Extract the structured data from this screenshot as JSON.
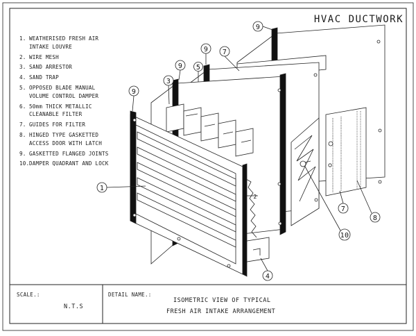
{
  "title": "HVAC DUCTWORK",
  "legend": [
    {
      "n": "1.",
      "text": "WEATHERISED FRESH AIR\nINTAKE LOUVRE"
    },
    {
      "n": "2.",
      "text": "WIRE MESH"
    },
    {
      "n": "3.",
      "text": "SAND ARRESTOR"
    },
    {
      "n": "4.",
      "text": "SAND TRAP"
    },
    {
      "n": "5.",
      "text": "OPPOSED BLADE MANUAL\nVOLUME CONTROL DAMPER"
    },
    {
      "n": "6.",
      "text": "50mm THICK METALLIC\nCLEANABLE FILTER"
    },
    {
      "n": "7.",
      "text": "GUIDES FOR FILTER"
    },
    {
      "n": "8.",
      "text": "HINGED TYPE GASKETTED\nACCESS DOOR WITH LATCH"
    },
    {
      "n": "9.",
      "text": "GASKETTED FLANGED JOINTS"
    },
    {
      "n": "10.",
      "text": "DAMPER QUADRANT AND LOCK"
    }
  ],
  "callouts": {
    "c1": "1",
    "c2": "2",
    "c3": "3",
    "c4": "4",
    "c5": "5",
    "c7a": "7",
    "c7b": "7",
    "c8": "8",
    "c9a": "9",
    "c9b": "9",
    "c9c": "9",
    "c9d": "9",
    "c10": "10"
  },
  "title_block": {
    "scale_label": "SCALE.:",
    "scale_value": "N.T.S",
    "detail_label": "DETAIL NAME.:",
    "detail_line1": "ISOMETRIC VIEW OF TYPICAL",
    "detail_line2": "FRESH AIR INTAKE ARRANGEMENT"
  }
}
